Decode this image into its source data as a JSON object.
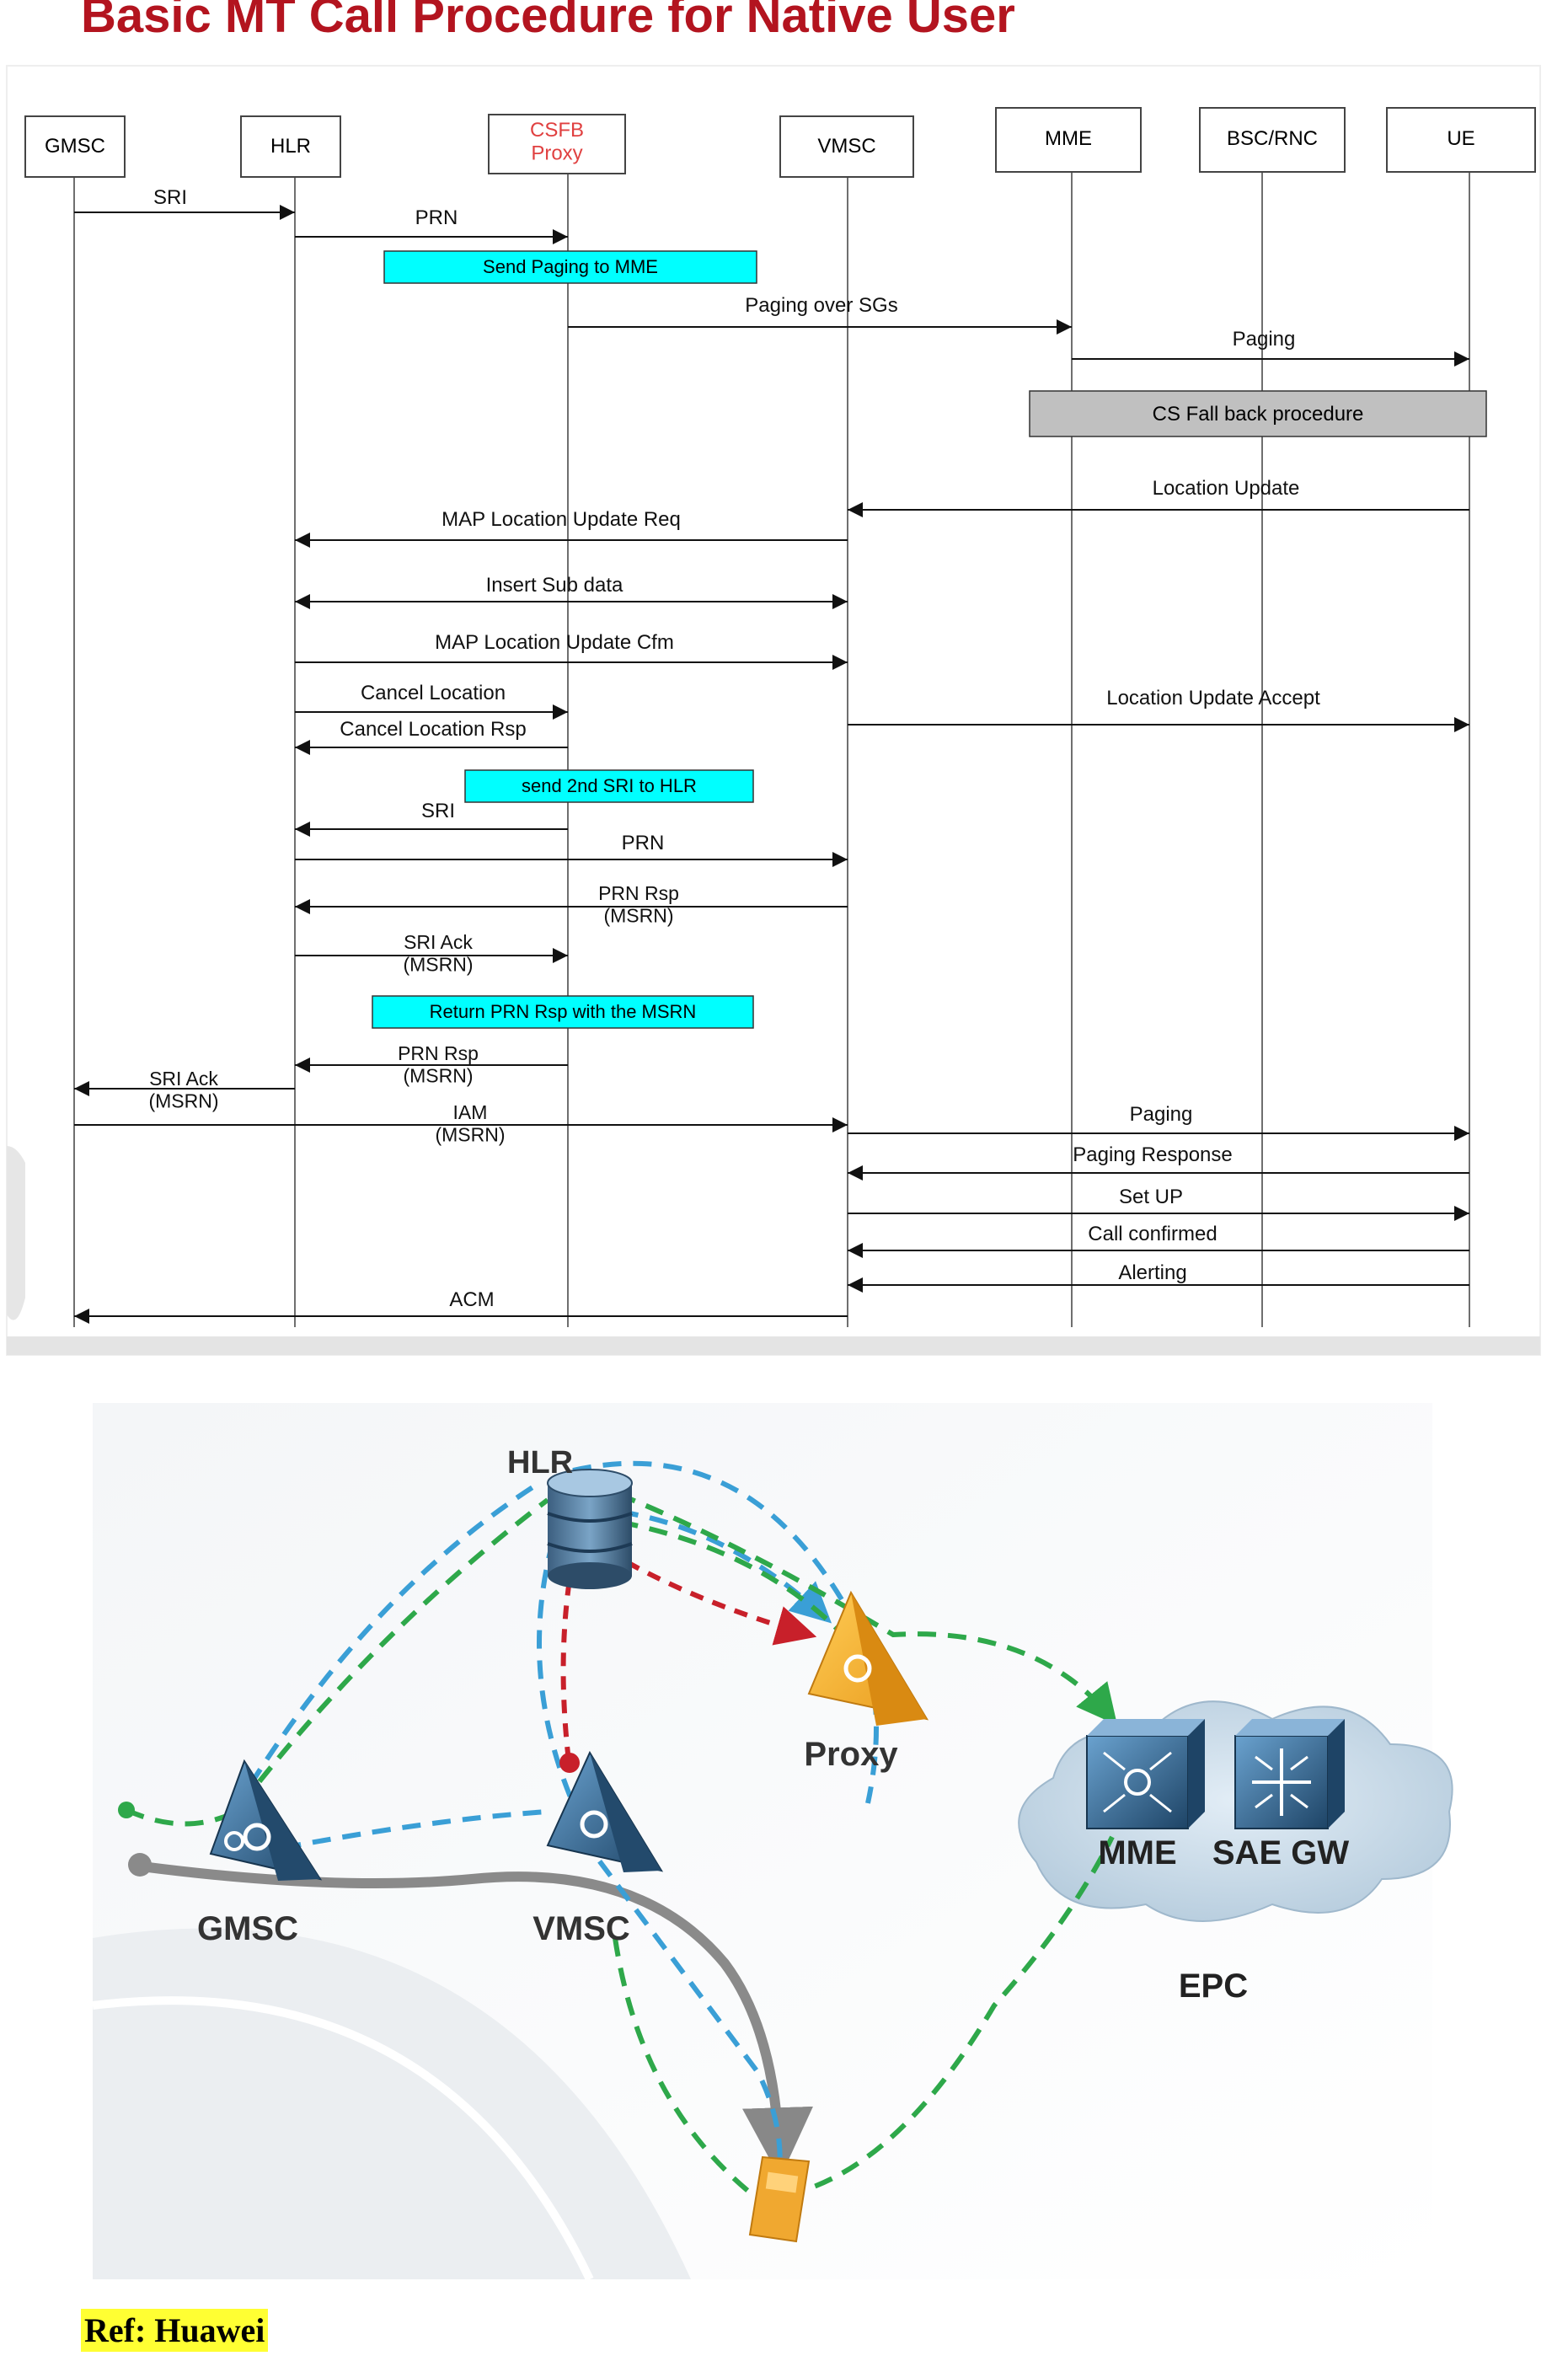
{
  "title": "Basic MT Call Procedure for Native User",
  "sequence": {
    "entities": [
      {
        "id": "gmsc",
        "label": "GMSC"
      },
      {
        "id": "hlr",
        "label": "HLR"
      },
      {
        "id": "proxy",
        "label": "CSFB Proxy",
        "color": "#e04040"
      },
      {
        "id": "vmsc",
        "label": "VMSC"
      },
      {
        "id": "mme",
        "label": "MME"
      },
      {
        "id": "bsc",
        "label": "BSC/RNC"
      },
      {
        "id": "ue",
        "label": "UE"
      }
    ],
    "messages": [
      {
        "from": "gmsc",
        "to": "hlr",
        "label": "SRI"
      },
      {
        "from": "hlr",
        "to": "proxy",
        "label": "PRN"
      },
      {
        "from": "proxy",
        "to": "mme",
        "label": "Paging over SGs"
      },
      {
        "from": "mme",
        "to": "ue",
        "label": "Paging"
      },
      {
        "from": "ue",
        "to": "vmsc",
        "label": "Location Update"
      },
      {
        "from": "vmsc",
        "to": "hlr",
        "label": "MAP Location Update Req"
      },
      {
        "from": "hlr",
        "to": "vmsc",
        "label": "Insert Sub data",
        "bidirectional": true
      },
      {
        "from": "hlr",
        "to": "vmsc",
        "label": "MAP Location Update Cfm"
      },
      {
        "from": "hlr",
        "to": "proxy",
        "label": "Cancel Location"
      },
      {
        "from": "vmsc",
        "to": "ue",
        "label": "Location Update Accept"
      },
      {
        "from": "proxy",
        "to": "hlr",
        "label": "Cancel Location Rsp"
      },
      {
        "from": "proxy",
        "to": "hlr",
        "label": "SRI"
      },
      {
        "from": "hlr",
        "to": "vmsc",
        "label": "PRN"
      },
      {
        "from": "vmsc",
        "to": "hlr",
        "label": "PRN Rsp (MSRN)"
      },
      {
        "from": "hlr",
        "to": "proxy",
        "label": "SRI Ack (MSRN)"
      },
      {
        "from": "proxy",
        "to": "hlr",
        "label": "PRN Rsp (MSRN)"
      },
      {
        "from": "hlr",
        "to": "gmsc",
        "label": "SRI Ack (MSRN)"
      },
      {
        "from": "gmsc",
        "to": "vmsc",
        "label": "IAM (MSRN)"
      },
      {
        "from": "vmsc",
        "to": "ue",
        "label": "Paging"
      },
      {
        "from": "ue",
        "to": "vmsc",
        "label": "Paging Response"
      },
      {
        "from": "vmsc",
        "to": "ue",
        "label": "Set UP"
      },
      {
        "from": "ue",
        "to": "vmsc",
        "label": "Call confirmed"
      },
      {
        "from": "ue",
        "to": "vmsc",
        "label": "Alerting"
      },
      {
        "from": "vmsc",
        "to": "gmsc",
        "label": "ACM"
      }
    ],
    "notes": [
      {
        "label": "Send Paging to MME",
        "color": "#00ffff"
      },
      {
        "label": "CS Fall back procedure",
        "color": "#c0c0c0"
      },
      {
        "label": "send 2nd SRI to HLR",
        "color": "#00ffff"
      },
      {
        "label": "Return  PRN Rsp with the MSRN",
        "color": "#00ffff"
      }
    ]
  },
  "network": {
    "nodes": [
      {
        "id": "hlr",
        "label": "HLR",
        "icon": "database-icon"
      },
      {
        "id": "proxy",
        "label": "Proxy",
        "icon": "proxy-icon"
      },
      {
        "id": "gmsc",
        "label": "GMSC",
        "icon": "switch-icon"
      },
      {
        "id": "vmsc",
        "label": "VMSC",
        "icon": "switch-icon"
      },
      {
        "id": "mme",
        "label": "MME",
        "icon": "mme-icon"
      },
      {
        "id": "saegw",
        "label": "SAE GW",
        "icon": "gateway-icon"
      },
      {
        "id": "epc",
        "label": "EPC",
        "icon": "cloud-icon"
      },
      {
        "id": "ue",
        "icon": "phone-icon"
      }
    ],
    "path_colors": {
      "signaling_blue": "#3a9fd6",
      "signaling_green": "#2ea84a",
      "hlr_red": "#c8202a",
      "voice_gray": "#888888"
    }
  },
  "reference": "Ref: Huawei"
}
